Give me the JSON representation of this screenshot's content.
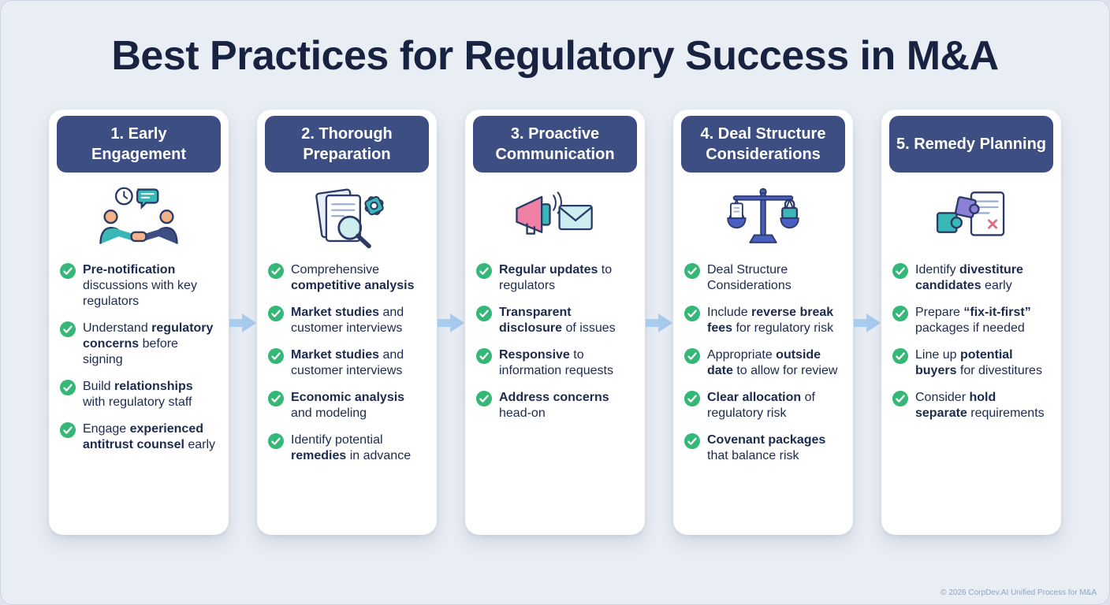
{
  "title": "Best Practices for Regulatory Success in M&A",
  "footer": "© 2026 CorpDev.AI Unified Process for M&A",
  "colors": {
    "background": "#e9eef5",
    "card": "#ffffff",
    "header_bg": "#3d4e82",
    "title_text": "#172340",
    "item_text": "#1c2a4d",
    "check_green": "#35b877",
    "arrow_blue": "#a9cdf1",
    "footer_text": "#8fa3bd"
  },
  "columns": [
    {
      "header": "1. Early Engagement",
      "icon": "handshake-discussion-icon",
      "items": [
        [
          {
            "t": "Pre-notification",
            "b": true
          },
          {
            "t": " discussions with key regulators",
            "b": false
          }
        ],
        [
          {
            "t": "Understand ",
            "b": false
          },
          {
            "t": "regulatory concerns",
            "b": true
          },
          {
            "t": " before signing",
            "b": false
          }
        ],
        [
          {
            "t": "Build ",
            "b": false
          },
          {
            "t": "relationships",
            "b": true
          },
          {
            "t": " with regulatory staff",
            "b": false
          }
        ],
        [
          {
            "t": "Engage ",
            "b": false
          },
          {
            "t": "experienced antitrust counsel",
            "b": true
          },
          {
            "t": " early",
            "b": false
          }
        ]
      ]
    },
    {
      "header": "2. Thorough Preparation",
      "icon": "documents-magnifier-gear-icon",
      "items": [
        [
          {
            "t": "Comprehensive ",
            "b": false
          },
          {
            "t": "competitive analysis",
            "b": true
          }
        ],
        [
          {
            "t": "Market studies",
            "b": true
          },
          {
            "t": " and customer interviews",
            "b": false
          }
        ],
        [
          {
            "t": "Market studies",
            "b": true
          },
          {
            "t": " and customer interviews",
            "b": false
          }
        ],
        [
          {
            "t": "Economic analysis",
            "b": true
          },
          {
            "t": " and modeling",
            "b": false
          }
        ],
        [
          {
            "t": "Identify potential ",
            "b": false
          },
          {
            "t": "remedies",
            "b": true
          },
          {
            "t": " in advance",
            "b": false
          }
        ]
      ]
    },
    {
      "header": "3. Proactive Communication",
      "icon": "megaphone-envelope-icon",
      "items": [
        [
          {
            "t": "Regular updates",
            "b": true
          },
          {
            "t": " to regulators",
            "b": false
          }
        ],
        [
          {
            "t": "Transparent disclosure",
            "b": true
          },
          {
            "t": " of issues",
            "b": false
          }
        ],
        [
          {
            "t": "Responsive",
            "b": true
          },
          {
            "t": " to information requests",
            "b": false
          }
        ],
        [
          {
            "t": "Address concerns",
            "b": true
          },
          {
            "t": " head-on",
            "b": false
          }
        ]
      ]
    },
    {
      "header": "4. Deal Structure Considerations",
      "icon": "balance-scale-lock-icon",
      "items": [
        [
          {
            "t": "Deal Structure Considerations",
            "b": false
          }
        ],
        [
          {
            "t": "Include ",
            "b": false
          },
          {
            "t": "reverse break fees",
            "b": true
          },
          {
            "t": " for regulatory risk",
            "b": false
          }
        ],
        [
          {
            "t": "Appropriate ",
            "b": false
          },
          {
            "t": "outside date",
            "b": true
          },
          {
            "t": " to allow for review",
            "b": false
          }
        ],
        [
          {
            "t": "Clear allocation",
            "b": true
          },
          {
            "t": " of regulatory risk",
            "b": false
          }
        ],
        [
          {
            "t": "Covenant packages",
            "b": true
          },
          {
            "t": " that balance risk",
            "b": false
          }
        ]
      ]
    },
    {
      "header": "5. Remedy Planning",
      "icon": "puzzle-document-icon",
      "items": [
        [
          {
            "t": "Identify ",
            "b": false
          },
          {
            "t": "divestiture candidates",
            "b": true
          },
          {
            "t": " early",
            "b": false
          }
        ],
        [
          {
            "t": "Prepare ",
            "b": false
          },
          {
            "t": "“fix-it-first”",
            "b": true
          },
          {
            "t": " packages if needed",
            "b": false
          }
        ],
        [
          {
            "t": "Line up ",
            "b": false
          },
          {
            "t": "potential buyers",
            "b": true
          },
          {
            "t": " for divestitures",
            "b": false
          }
        ],
        [
          {
            "t": "Consider ",
            "b": false
          },
          {
            "t": "hold separate",
            "b": true
          },
          {
            "t": " requirements",
            "b": false
          }
        ]
      ]
    }
  ]
}
